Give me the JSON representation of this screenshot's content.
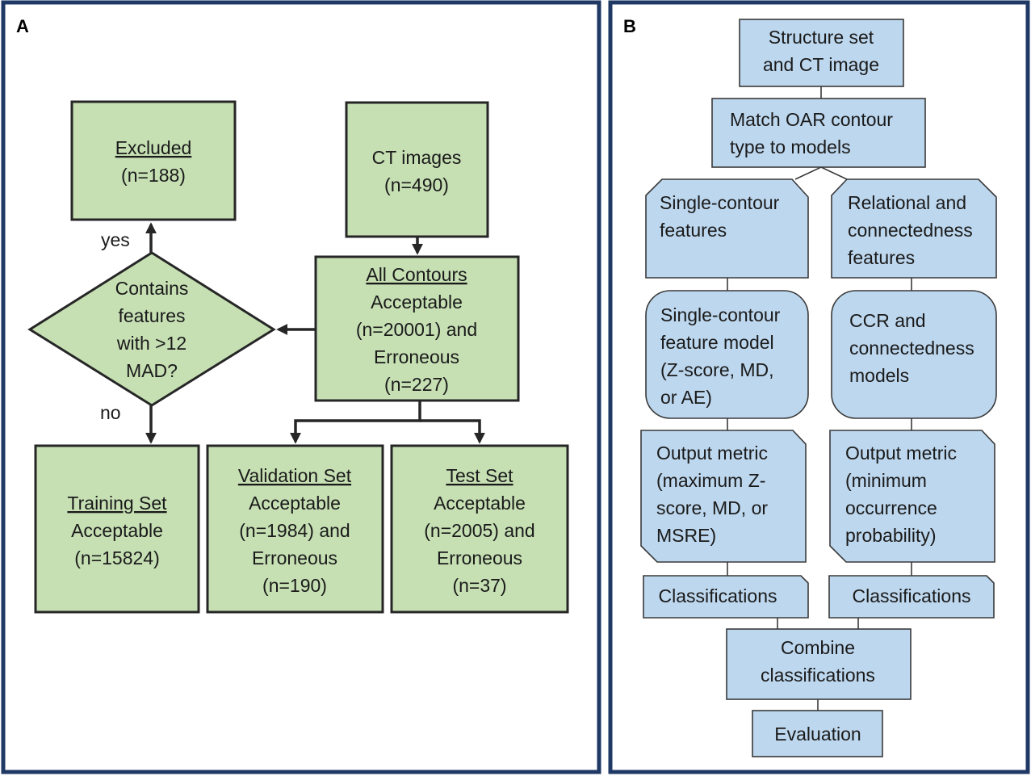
{
  "panel_a": {
    "label": "A",
    "excluded": {
      "title": "Excluded",
      "lines": [
        "(n=188)"
      ]
    },
    "ct_images": {
      "lines": [
        "CT images",
        "(n=490)"
      ]
    },
    "all_contours": {
      "title": "All Contours",
      "lines": [
        "Acceptable",
        "(n=20001) and",
        "Erroneous",
        "(n=227)"
      ]
    },
    "decision": {
      "lines": [
        "Contains",
        "features",
        "with >12",
        "MAD?"
      ]
    },
    "yes_label": "yes",
    "no_label": "no",
    "training_set": {
      "title": "Training Set",
      "lines": [
        "Acceptable",
        "(n=15824)"
      ]
    },
    "validation_set": {
      "title": "Validation Set",
      "lines": [
        "Acceptable",
        "(n=1984) and",
        "Erroneous",
        "(n=190)"
      ]
    },
    "test_set": {
      "title": "Test Set",
      "lines": [
        "Acceptable",
        "(n=2005) and",
        "Erroneous",
        "(n=37)"
      ]
    }
  },
  "panel_b": {
    "label": "B",
    "structure_set": {
      "lines": [
        "Structure set",
        "and CT image"
      ]
    },
    "match_oar": {
      "lines": [
        "Match OAR contour",
        "type to models"
      ]
    },
    "single_contour_features": {
      "lines": [
        "Single-contour",
        "features"
      ]
    },
    "relational_features": {
      "lines": [
        "Relational and",
        "connectedness",
        "features"
      ]
    },
    "single_contour_model": {
      "lines": [
        "Single-contour",
        "feature model",
        "(Z-score, MD,",
        "or AE)"
      ]
    },
    "ccr_models": {
      "lines": [
        "CCR and",
        "connectedness",
        "models"
      ]
    },
    "output_metric_left": {
      "lines": [
        "Output metric",
        "(maximum Z-",
        "score, MD, or",
        "MSRE)"
      ]
    },
    "output_metric_right": {
      "lines": [
        "Output metric",
        "(minimum",
        "occurrence",
        "probability)"
      ]
    },
    "classifications_left": {
      "lines": [
        "Classifications"
      ]
    },
    "classifications_right": {
      "lines": [
        "Classifications"
      ]
    },
    "combine": {
      "lines": [
        "Combine",
        "classifications"
      ]
    },
    "evaluation": {
      "lines": [
        "Evaluation"
      ]
    }
  }
}
